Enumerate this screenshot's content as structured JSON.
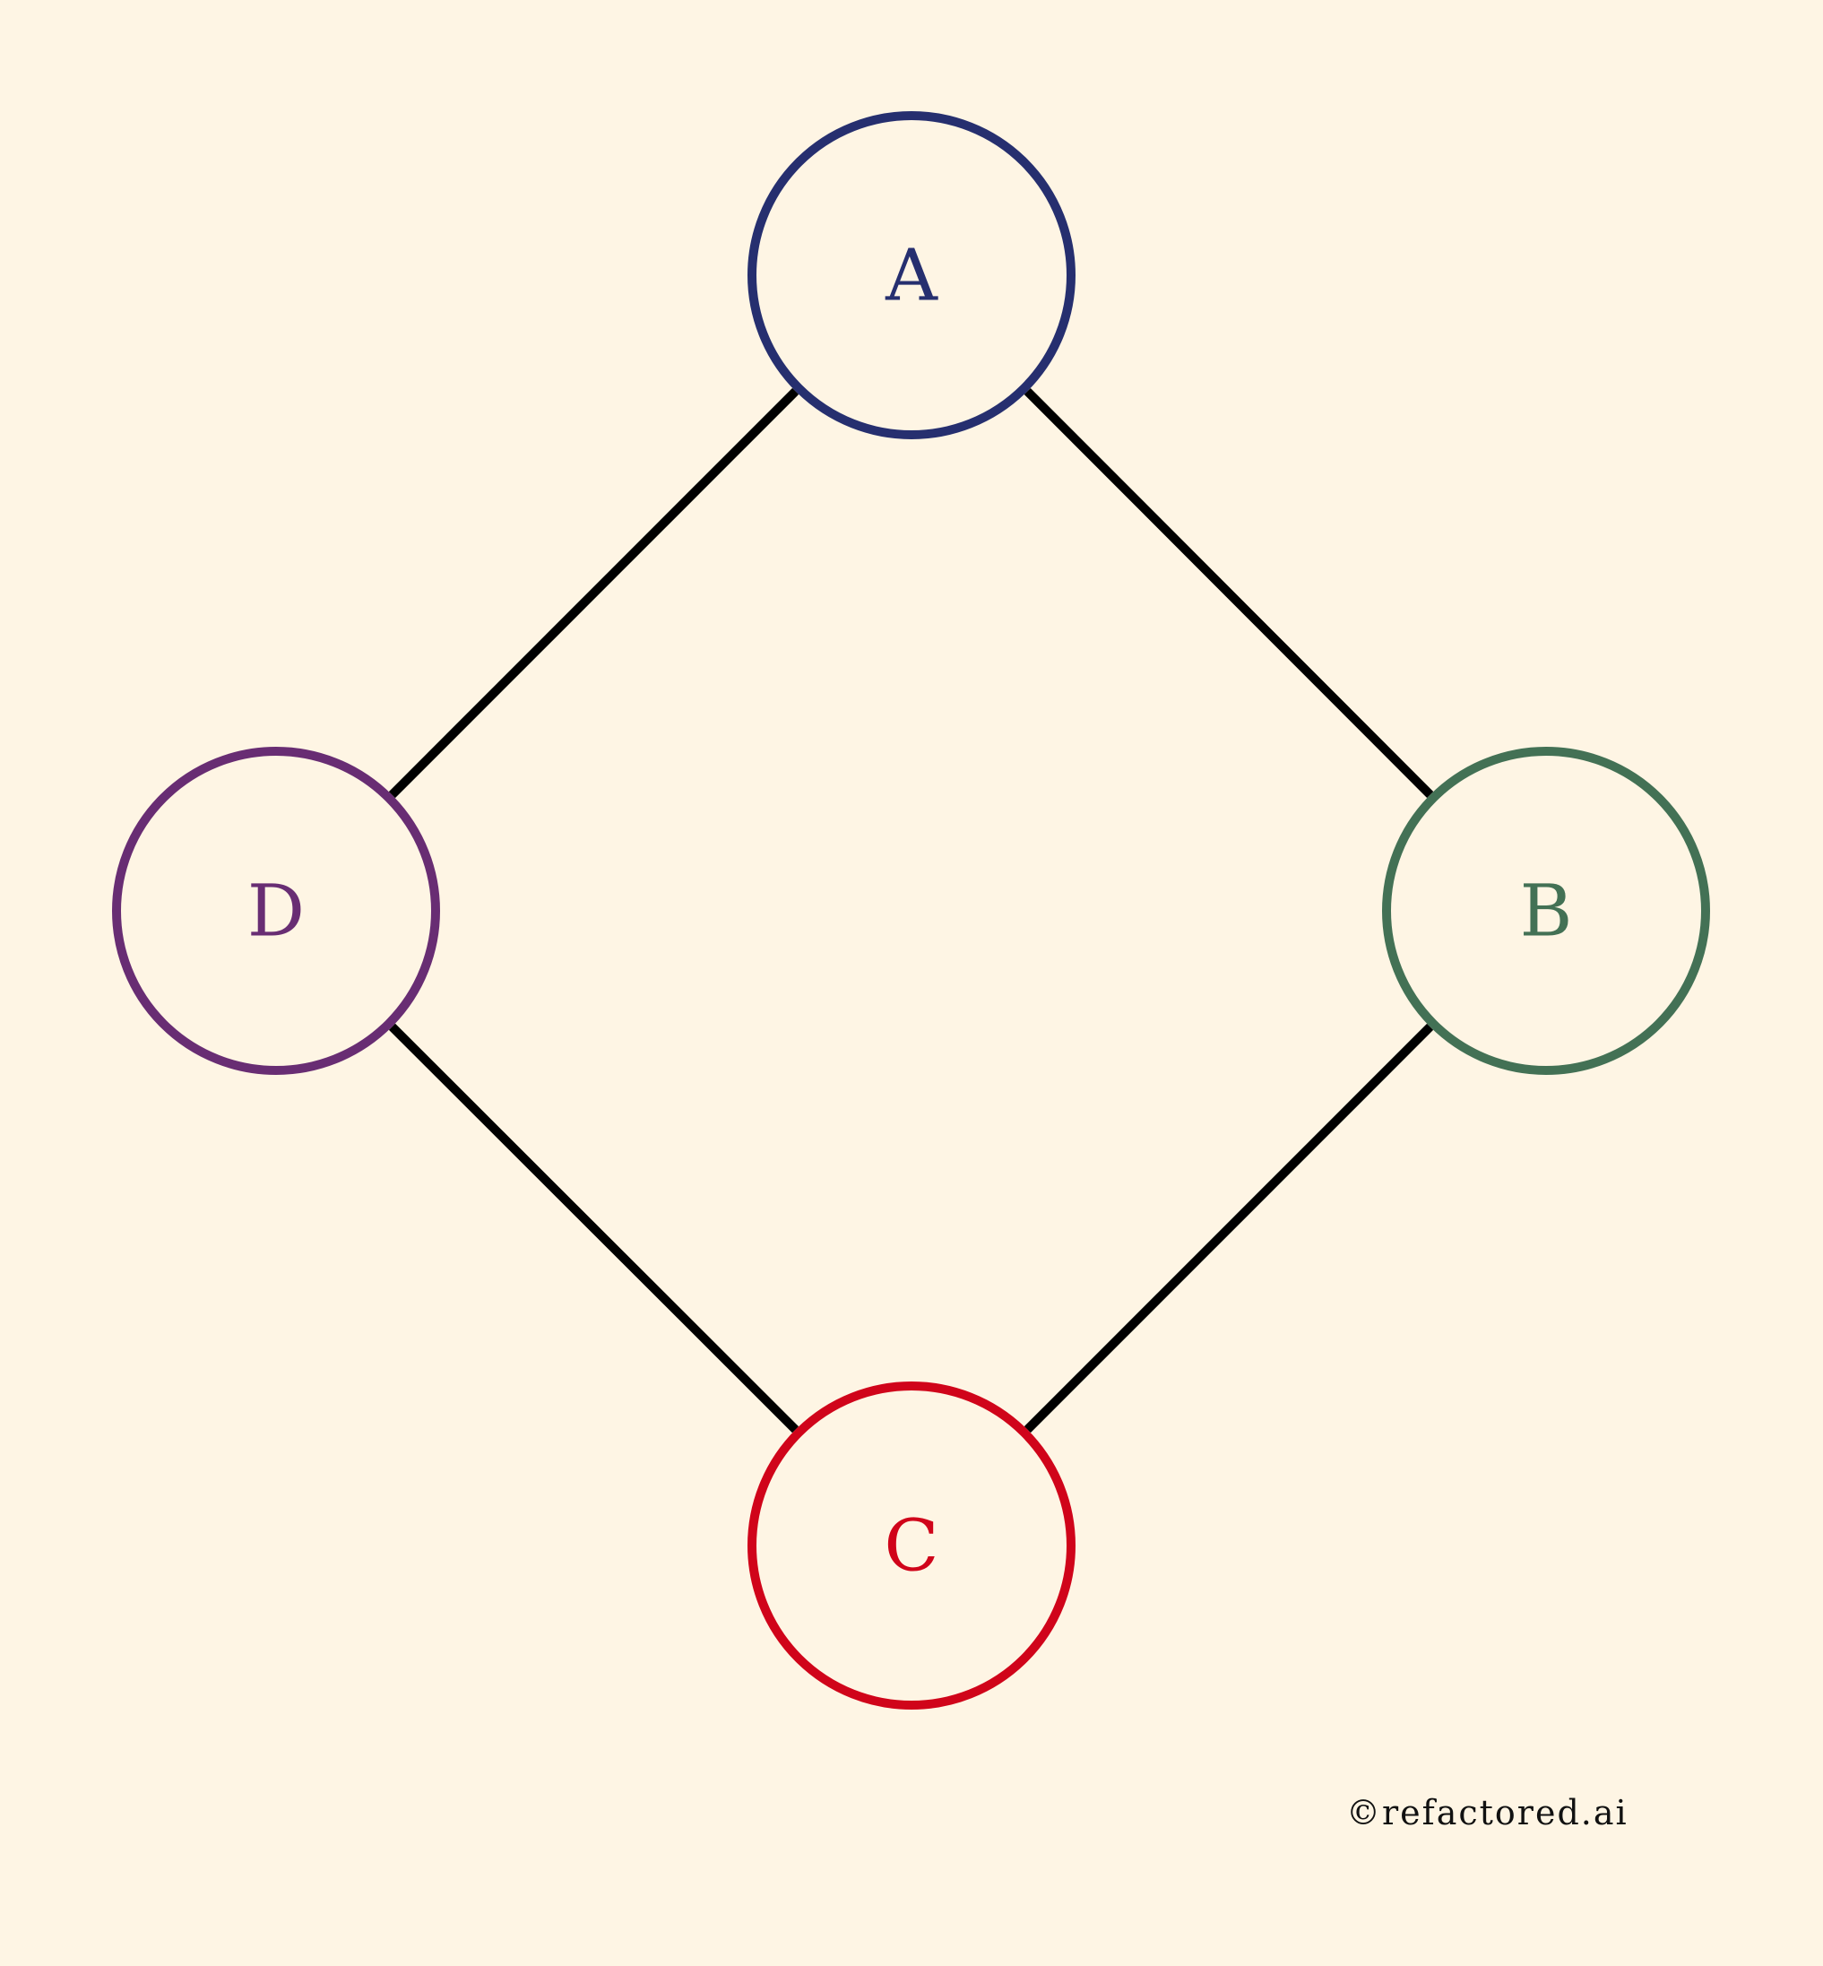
{
  "diagram": {
    "background_color": "#fef5e4",
    "edge_color": "#000000",
    "nodes": [
      {
        "id": "A",
        "label": "A",
        "color": "#262f6f"
      },
      {
        "id": "B",
        "label": "B",
        "color": "#437155"
      },
      {
        "id": "C",
        "label": "C",
        "color": "#d0041a"
      },
      {
        "id": "D",
        "label": "D",
        "color": "#682d73"
      }
    ],
    "edges": [
      {
        "from": "A",
        "to": "B"
      },
      {
        "from": "B",
        "to": "C"
      },
      {
        "from": "C",
        "to": "D"
      },
      {
        "from": "D",
        "to": "A"
      }
    ]
  },
  "credit": {
    "text": "©refactored.ai"
  }
}
